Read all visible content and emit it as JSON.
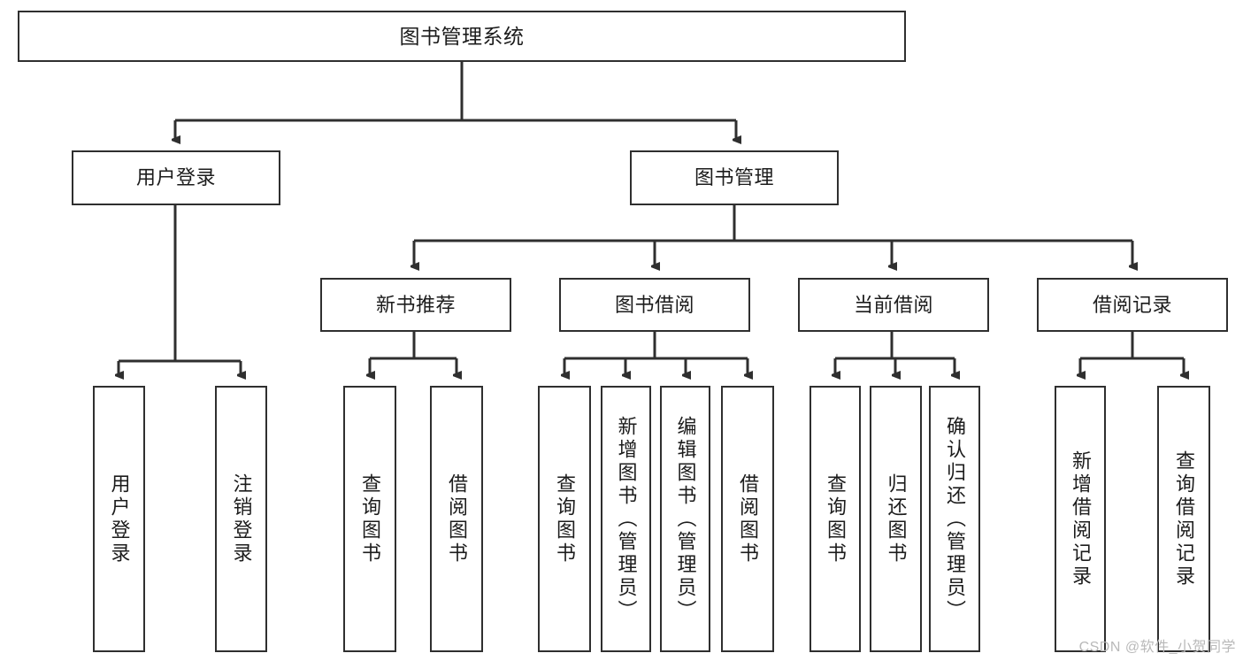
{
  "diagram": {
    "type": "tree",
    "title": "图书管理系统",
    "watermark": "CSDN @软件_小贺同学",
    "style": {
      "background": "#ffffff",
      "box_border": "#2f2f2f",
      "text_color": "#1c1c1c",
      "edge_color": "#2f2f2f",
      "watermark_color": "#b9b9b9"
    },
    "nodes": {
      "root": {
        "label": "图书管理系统"
      },
      "level2": [
        {
          "label": "用户登录"
        },
        {
          "label": "图书管理"
        }
      ],
      "level3": [
        {
          "label": "新书推荐"
        },
        {
          "label": "图书借阅"
        },
        {
          "label": "当前借阅"
        },
        {
          "label": "借阅记录"
        }
      ],
      "leaves": [
        {
          "label": "用户登录",
          "parent": "用户登录"
        },
        {
          "label": "注销登录",
          "parent": "用户登录"
        },
        {
          "label": "查询图书",
          "parent": "新书推荐"
        },
        {
          "label": "借阅图书",
          "parent": "新书推荐"
        },
        {
          "label": "查询图书",
          "parent": "图书借阅"
        },
        {
          "label": "新增图书（管理员）",
          "parent": "图书借阅"
        },
        {
          "label": "编辑图书（管理员）",
          "parent": "图书借阅"
        },
        {
          "label": "借阅图书",
          "parent": "图书借阅"
        },
        {
          "label": "查询图书",
          "parent": "当前借阅"
        },
        {
          "label": "归还图书",
          "parent": "当前借阅"
        },
        {
          "label": "确认归还（管理员）",
          "parent": "当前借阅"
        },
        {
          "label": "新增借阅记录",
          "parent": "借阅记录"
        },
        {
          "label": "查询借阅记录",
          "parent": "借阅记录"
        }
      ]
    }
  }
}
